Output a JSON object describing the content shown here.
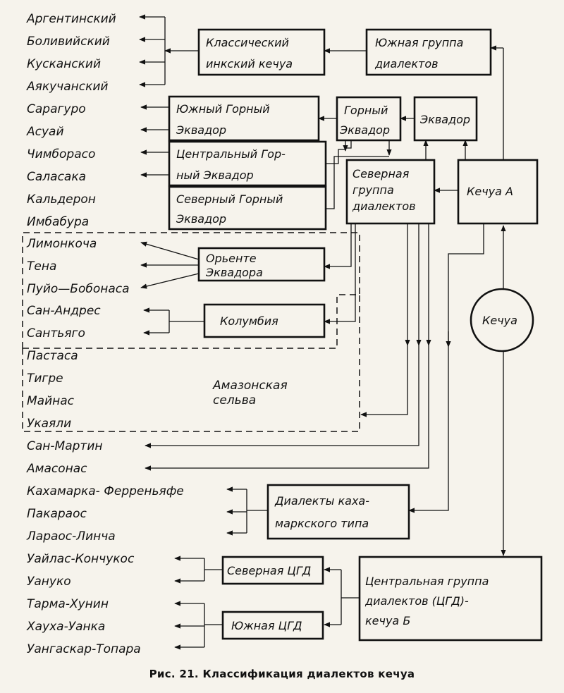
{
  "caption": "Рис. 21. Классификация диалектов кечуа",
  "leaves": {
    "argentinsky": "Аргентинский",
    "boliviysky": "Боливийский",
    "kuskansky": "Кусканский",
    "ayakuchansky": "Аякучанский",
    "saraguro": "Сарагуро",
    "asuay": "Асуай",
    "chimboraso": "Чимборасо",
    "salasaka": "Саласака",
    "kalderon": "Кальдерон",
    "imbabura": "Имбабура",
    "limonkocha": "Лимонкоча",
    "tena": "Тена",
    "puyo": "Пуйо—Бобонаса",
    "san_andres": "Сан-Андрес",
    "santyago": "Сантьяго",
    "pastasa": "Пастаса",
    "tigre": "Тигре",
    "maynas": "Майнас",
    "ukayali": "Укаяли",
    "san_martin": "Сан-Мартин",
    "amasonas": "Амасонас",
    "kahamarka": "Кахамарка- Ферреньяфе",
    "pakaraos": "Пакараос",
    "laraos": "Лараос-Линча",
    "uaylas": "Уайлас-Кончукос",
    "uanuko": "Уануко",
    "tarma": "Тарма-Хунин",
    "hauha": "Хауха-Уанка",
    "uangaskar": "Уангаскар-Топара"
  },
  "boxes": {
    "classic_inca": [
      "Классический",
      "инкский кечуа"
    ],
    "south_group": [
      "Южная группа",
      "диалектов"
    ],
    "south_highland": [
      "Южный Горный",
      "Эквадор"
    ],
    "highland_ecuador": [
      "Горный",
      "Эквадор"
    ],
    "ecuador": [
      "Эквадор"
    ],
    "central_highland": [
      "Центральный Гор-",
      "ный Эквадор"
    ],
    "north_group": [
      "Северная",
      "группа",
      "диалектов"
    ],
    "quechua_a": [
      "Кечуа А"
    ],
    "north_highland": [
      "Северный Горный",
      "Эквадор"
    ],
    "oriente": [
      "Орьенте",
      "Эквадора"
    ],
    "colombia": [
      "Колумбия"
    ],
    "quechua": [
      "Кечуа"
    ],
    "cajamarca": [
      "Диалекты каха-",
      "маркского типа"
    ],
    "north_cgd": [
      "Северная ЦГД"
    ],
    "central_group": [
      "Центральная группа",
      "диалектов (ЦГД)-",
      "кечуа Б"
    ],
    "south_cgd": [
      "Южная ЦГД"
    ]
  },
  "region_label": [
    "Амазонская",
    "сельва"
  ]
}
